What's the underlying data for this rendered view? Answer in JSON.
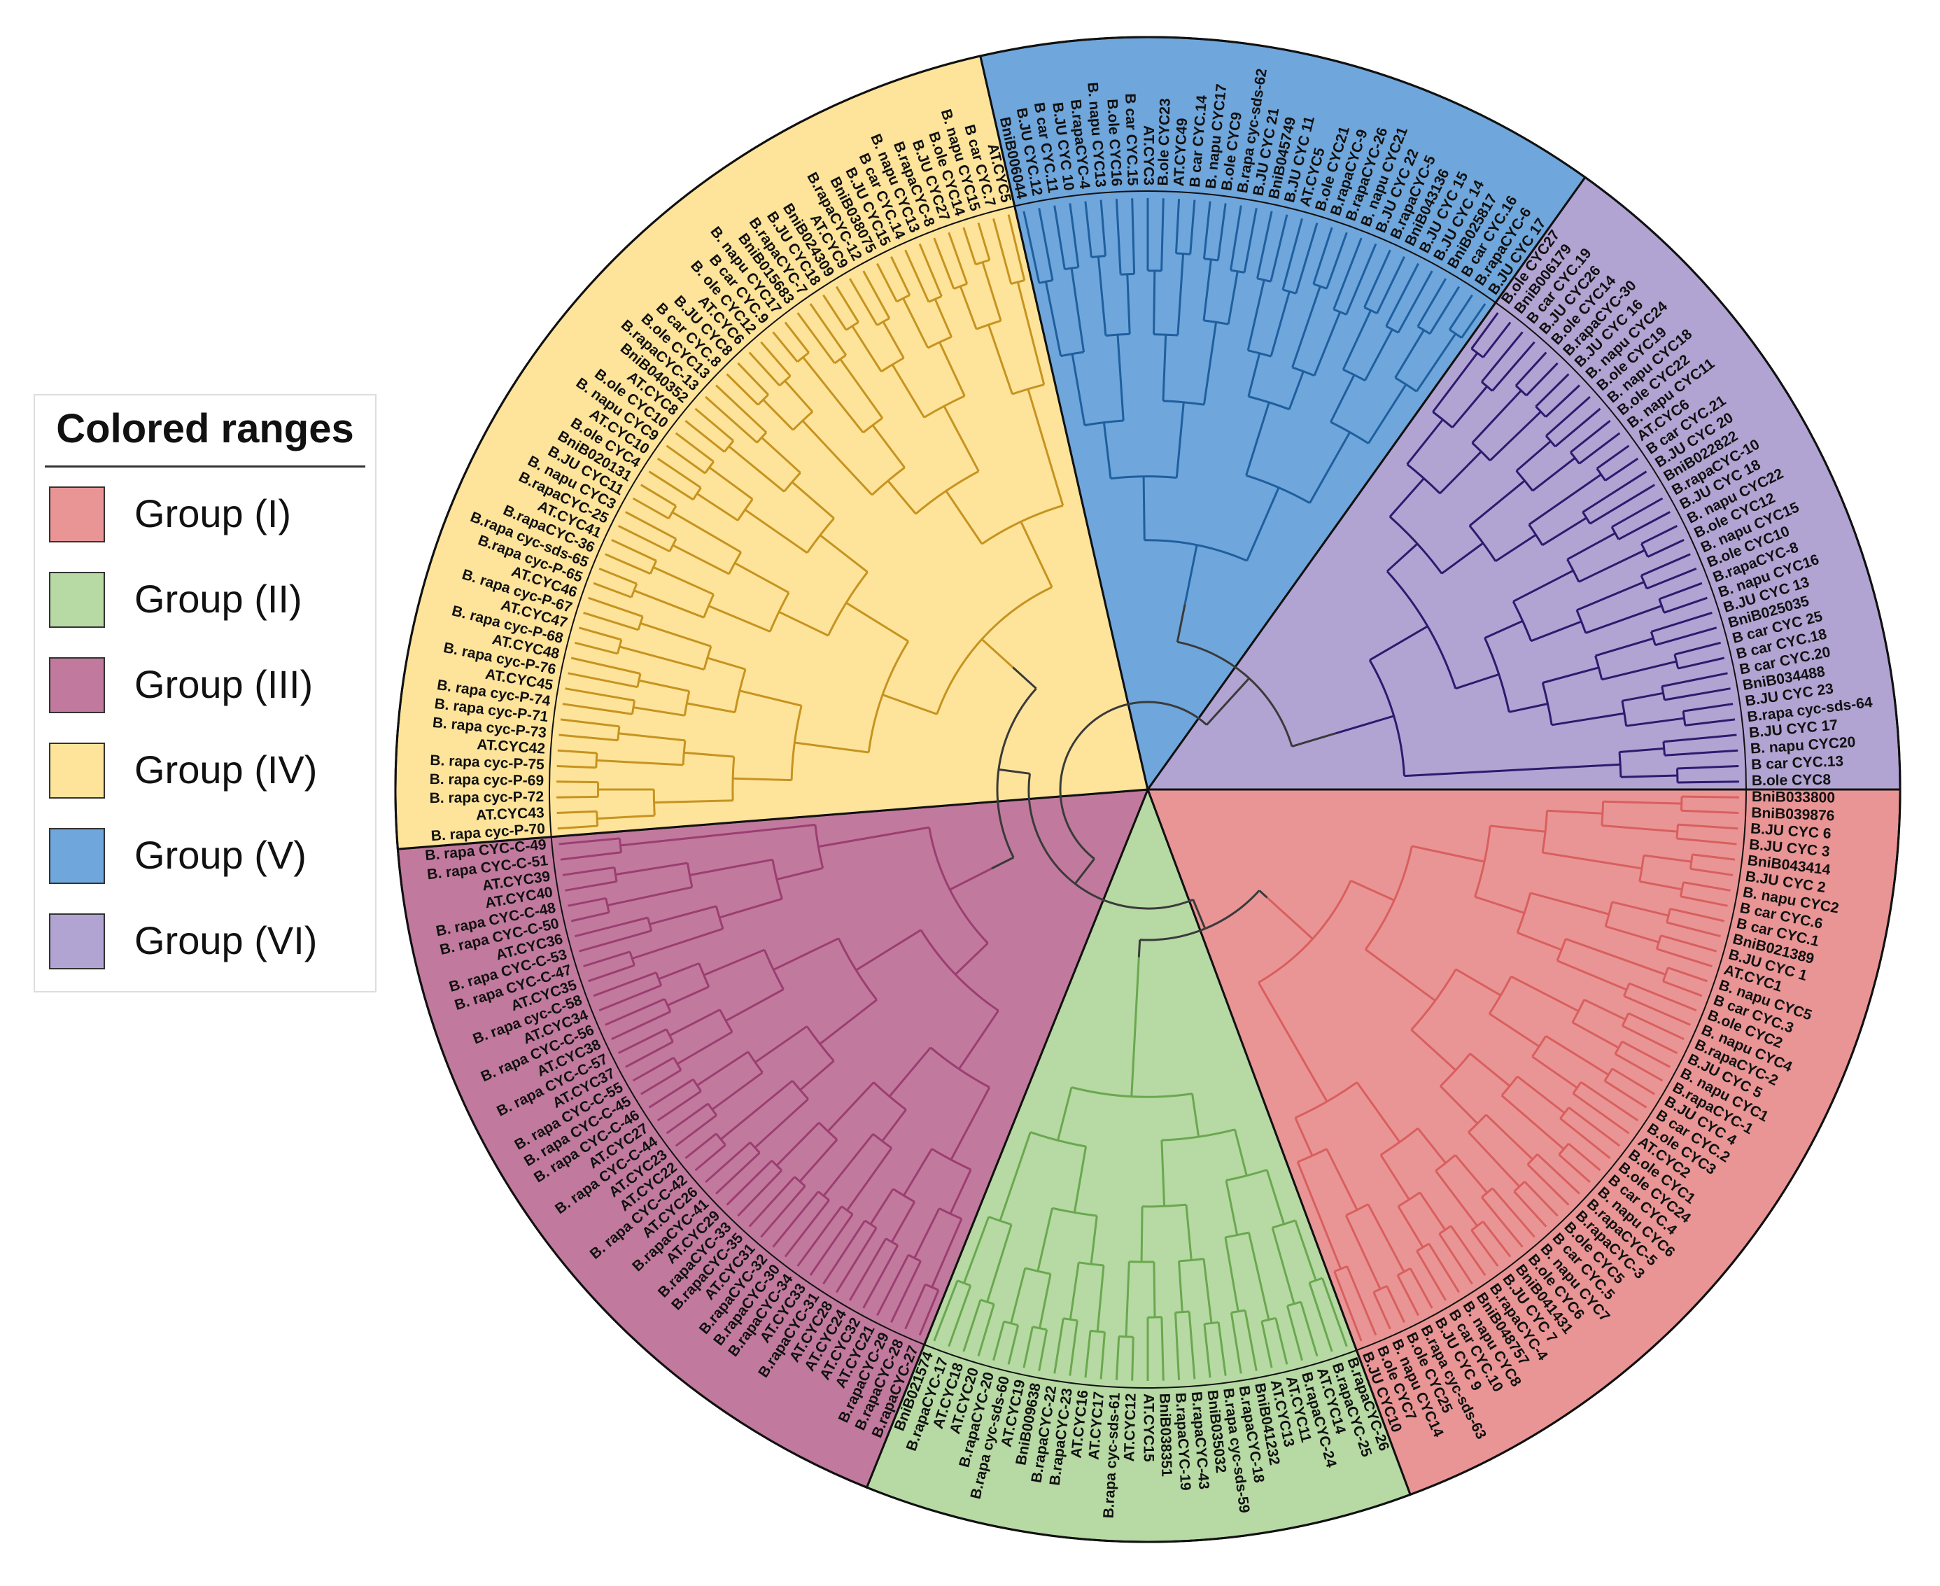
{
  "legend": {
    "title": "Colored ranges",
    "groups": [
      {
        "label": "Group (I)",
        "color": "#e99595"
      },
      {
        "label": "Group (II)",
        "color": "#b7d9a4"
      },
      {
        "label": "Group (III)",
        "color": "#c17a9d"
      },
      {
        "label": "Group (IV)",
        "color": "#fde49a"
      },
      {
        "label": "Group (V)",
        "color": "#6fa6dc"
      },
      {
        "label": "Group (VI)",
        "color": "#b1a4d3"
      }
    ]
  },
  "branch_colors": [
    "#d95f5f",
    "#6aa84f",
    "#9c3e72",
    "#c79320",
    "#1f5f9e",
    "#2c1b6e"
  ],
  "backbone_color": "#3a3a3a",
  "clades": [
    {
      "group": "Group (I)",
      "leaves": [
        "BniB033800",
        "BniB039876",
        "B.JU CYC 6",
        "B.JU CYC 3",
        "BniB043414",
        "B.JU CYC 2",
        "B. napu CYC2",
        "B car CYC.6",
        "B car CYC.1",
        "BniB021389",
        "B.JU CYC 1",
        "AT.CYC1",
        "B. napu CYC5",
        "B car CYC.3",
        "B.ole CYC2",
        "B. napu CYC4",
        "B.rapaCYC-2",
        "B.JU CYC 5",
        "B. napu CYC1",
        "B.rapaCYC-1",
        "B.JU CYC 4",
        "B car CYC.2",
        "B.ole CYC3",
        "AT.CYC2",
        "B.ole CYC1",
        "B.ole CYC24",
        "B car CYC.4",
        "B. napu CYC6",
        "B.rapaCYC-5",
        "B.rapaCYC-3",
        "B.ole CYC5",
        "B car CYC.5",
        "B. napu CYC7",
        "B.ole CYC6",
        "BniB041431",
        "B.JU CYC 7",
        "B.rapaCYC-4",
        "BniB048757",
        "B. napu CYC8",
        "B car CYC.10",
        "B.JU CYC 9",
        "B.rapa cyc-sds-63",
        "B.ole CYC25",
        "B. napu CYC14",
        "B.ole CYC7",
        "B.JU CYC10"
      ]
    },
    {
      "group": "Group (II)",
      "leaves": [
        "B.rapaCYC-26",
        "B.rapaCYC-25",
        "AT.CYC14",
        "B.rapaCYC-24",
        "AT.CYC11",
        "AT.CYC13",
        "BniB041232",
        "B.rapaCYC-18",
        "B.rapa cyc-sds-59",
        "BniB035032",
        "B.rapaCYC-43",
        "B.rapaCYC-19",
        "BniB038351",
        "AT.CYC15",
        "AT.CYC12",
        "B.rapa cyc-sds-61",
        "AT.CYC17",
        "AT.CYC16",
        "B.rapaCYC-23",
        "B.rapaCYC-22",
        "BniB009638",
        "AT.CYC19",
        "B.rapa cyc-sds-60",
        "B.rapaCYC-20",
        "AT.CYC20",
        "AT.CYC18",
        "B.rapaCYC-17",
        "BniB021574"
      ]
    },
    {
      "group": "Group (III)",
      "leaves": [
        "B.rapaCYC-27",
        "B.rapaCYC-28",
        "B.rapaCYC-29",
        "AT.CYC21",
        "AT.CYC32",
        "AT.CYC24",
        "AT.CYC28",
        "B.rapaCYC-31",
        "AT.CYC33",
        "B.rapaCYC-34",
        "B.rapaCYC-30",
        "B.rapaCYC-32",
        "AT.CYC31",
        "B.rapaCYC-35",
        "B.rapaCYC-33",
        "AT.CYC29",
        "B.rapaCYC-41",
        "AT.CYC26",
        "B. rapa CYC-C-42",
        "AT.CYC22",
        "AT.CYC23",
        "B. rapa CYC-C-44",
        "AT.CYC27",
        "B. rapa CYC-C-46",
        "B. rapa CYC-C-45",
        "B. rapa CYC-C-55",
        "AT.CYC37",
        "B. rapa CYC-C-57",
        "AT.CYC38",
        "B. rapa CYC-C-56",
        "AT.CYC34",
        "B. rapa cyc-C-58",
        "AT.CYC35",
        "B. rapa CYC-C-47",
        "B. rapa CYC-C-53",
        "AT.CYC36",
        "B. rapa CYC-C-50",
        "B. rapa CYC-C-48",
        "AT.CYC40",
        "AT.CYC39",
        "B. rapa CYC-C-51",
        "B. rapa CYC-C-49"
      ]
    },
    {
      "group": "Group (IV)",
      "leaves": [
        "B. rapa cyc-P-70",
        "AT.CYC43",
        "B. rapa cyc-P-72",
        "B. rapa cyc-P-69",
        "B. rapa cyc-P-75",
        "AT.CYC42",
        "B. rapa cyc-P-73",
        "B. rapa cyc-P-71",
        "B. rapa cyc-P-74",
        "AT.CYC45",
        "B. rapa cyc-P-76",
        "AT.CYC48",
        "B. rapa cyc-P-68",
        "AT.CYC47",
        "B. rapa cyc-P-67",
        "AT.CYC46",
        "B.rapa cyc-P-65",
        "B.rapa cyc-sds-65",
        "B.rapaCYC-36",
        "AT.CYC41",
        "B.rapaCYC-25",
        "B. napu CYC3",
        "B.JU CYC11",
        "BniB020131",
        "B.ole CYC4",
        "AT.CYC10",
        "B. napu CYC9",
        "B.ole CYC10",
        "AT.CYC8",
        "BniB040352",
        "B.rapaCYC-13",
        "B.ole CYC13",
        "B car CYC.8",
        "B.JU CYC8",
        "AT.CYC6",
        "B. ole CYC12",
        "B car CYC.9",
        "B. napu CYC17",
        "BniB015683",
        "B.rapaCYC-7",
        "B.JU CYC18",
        "BniB024309",
        "AT.CYC9",
        "B.rapaCYC-12",
        "BniB038075",
        "B.JU CYC15",
        "B car CYC.14",
        "B. napu CYC13",
        "B.rapaCYC-8",
        "B.JU CYC27",
        "B.ole CYC14",
        "B. napu CYC15",
        "B car CYC.7",
        "AT.CYC5"
      ]
    },
    {
      "group": "Group (V)",
      "leaves": [
        "BniB006044",
        "B.JU CYC.12",
        "B car CYC.11",
        "B.JU CYC 10",
        "B.rapaCYC-4",
        "B. napu CYC13",
        "B.ole CYC16",
        "B car CYC.15",
        "AT.CYC3",
        "B.ole CYC23",
        "AT.CYC49",
        "B car CYC.14",
        "B. napu CYC17",
        "B.ole CYC9",
        "B.rapa cyc-sds-62",
        "B.JU CYC 21",
        "BniB045749",
        "B.JU CYC 11",
        "AT.CYC5",
        "B.ole CYC21",
        "B.rapaCYC-9",
        "B.rapaCYC-26",
        "B. napu CYC21",
        "B.JU CYC 22",
        "B.rapaCYC-5",
        "BniB043136",
        "B.JU CYC 15",
        "B.JU CYC 14",
        "BniB025817",
        "B car CYC.16",
        "B.rapaCYC-6",
        "B.JU CYC 17"
      ]
    },
    {
      "group": "Group (VI)",
      "leaves": [
        "B.ole CYC27",
        "BniB006179",
        "B car CYC.19",
        "B.JU CYC26",
        "B.ole CYC14",
        "B.rapaCYC-30",
        "B.JU CYC 16",
        "B. napu CYC24",
        "B.ole CYC19",
        "B. napu CYC18",
        "B.ole CYC22",
        "B. napu CYC11",
        "AT.CYC6",
        "B car CYC.21",
        "B.JU CYC 20",
        "BniB022822",
        "B.rapaCYC-10",
        "B.JU CYC 18",
        "B. napu CYC22",
        "B.ole CYC12",
        "B. napu CYC15",
        "B.ole CYC10",
        "B.rapaCYC-8",
        "B. napu CYC16",
        "B.JU CYC 13",
        "BniB025035",
        "B car CYC 25",
        "B car CYC.18",
        "B car CYC.20",
        "BniB034488",
        "B.JU CYC 23",
        "B.rapa cyc-sds-64",
        "B.JU CYC 17",
        "B. napu CYC20",
        "B car CYC.13",
        "B.ole CYC8"
      ]
    }
  ]
}
